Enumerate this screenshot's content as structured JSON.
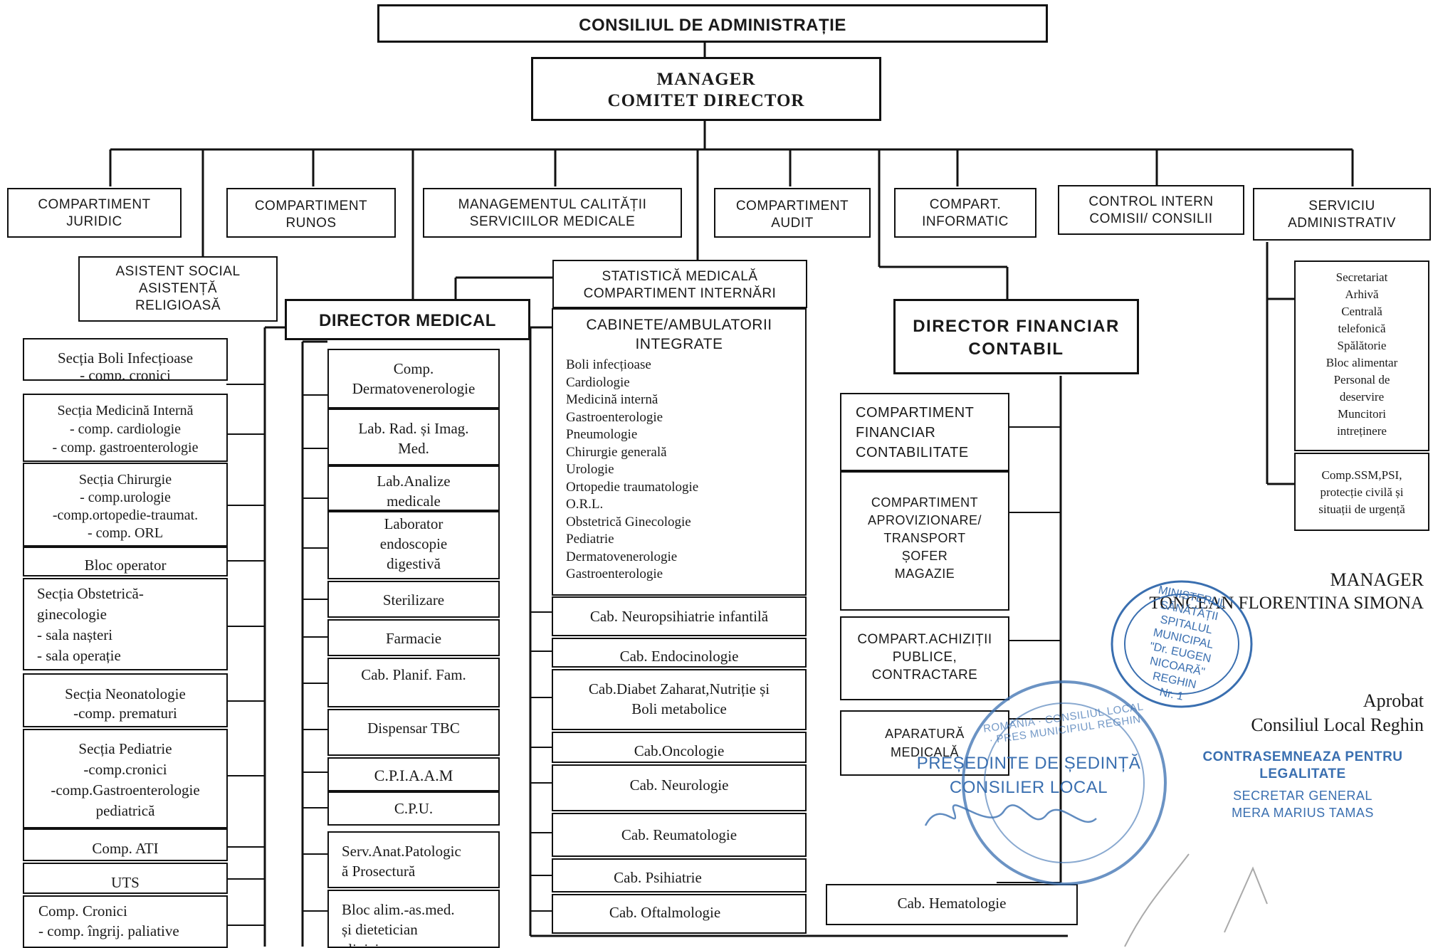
{
  "top": {
    "board": "CONSILIUL DE ADMINISTRAȚIE",
    "manager": "MANAGER\nCOMITET DIRECTOR"
  },
  "row1": [
    "COMPARTIMENT\nJURIDIC",
    "COMPARTIMENT\nRUNOS",
    "MANAGEMENTUL CALITĂȚII\nSERVICIILOR MEDICALE",
    "COMPARTIMENT\nAUDIT",
    "COMPART.\nINFORMATIC",
    "CONTROL INTERN\nCOMISII/ CONSILII",
    "SERVICIU\nADMINISTRATIV"
  ],
  "asistent": "ASISTENT SOCIAL\nASISTENȚĂ\nRELIGIOASĂ",
  "statistica": "STATISTICĂ MEDICALĂ\nCOMPARTIMENT INTERNĂRI",
  "director_medical": "DIRECTOR MEDICAL",
  "director_financiar": "DIRECTOR  FINANCIAR\nCONTABIL",
  "sectii": [
    "Secția Boli Infecțioase\n- comp. cronici",
    "Secția Medicină Internă\n- comp. cardiologie\n- comp. gastroenterologie",
    "Secția Chirurgie\n- comp.urologie\n-comp.ortopedie-traumat.\n- comp. ORL",
    "Bloc operator",
    "Secția Obstetrică-\nginecologie\n- sala nașteri\n- sala operație",
    "Secția Neonatologie\n-comp. prematuri",
    "Secția Pediatrie\n-comp.cronici\n-comp.Gastroenterologie\npediatrică",
    "Comp. ATI",
    "UTS",
    "Comp. Cronici\n- comp. îngrij. paliative"
  ],
  "medical": [
    "Comp.\nDermatovenerologie",
    "Lab. Rad. și Imag.\nMed.",
    "Lab.Analize\nmedicale",
    "Laborator\nendoscopie\ndigestivă",
    "Sterilizare",
    "Farmacie",
    "Cab. Planif. Fam.",
    "Dispensar TBC",
    "C.P.I.A.A.M",
    "C.P.U.",
    "Serv.Anat.Patologic\nă Prosectură",
    "Bloc alim.-as.med.\nși dietetician\nclinician"
  ],
  "cabinete": {
    "title": "CABINETE/AMBULATORII\nINTEGRATE",
    "list": [
      "Boli infecțioase",
      "Cardiologie",
      "Medicină internă",
      "Gastroenterologie",
      "Pneumologie",
      "Chirurgie generală",
      "Urologie",
      "Ortopedie traumatologie",
      "O.R.L.",
      "Obstetrică Ginecologie",
      "Pediatrie",
      "Dermatovenerologie",
      "Gastroenterologie"
    ],
    "boxes": [
      "Cab. Neuropsihiatrie infantilă",
      "Cab. Endocinologie",
      "Cab.Diabet Zaharat,Nutriție și\nBoli  metabolice",
      "Cab.Oncologie",
      "Cab. Neurologie",
      "Cab. Reumatologie",
      "Cab. Psihiatrie",
      "Cab. Oftalmologie"
    ]
  },
  "financiar": [
    "COMPARTIMENT\nFINANCIAR\nCONTABILITATE",
    "COMPARTIMENT\nAPROVIZIONARE/\nTRANSPORT\nȘOFER\nMAGAZIE",
    "COMPART.ACHIZIȚII\nPUBLICE,\nCONTRACTARE",
    "APARATURĂ\nMEDICALĂ"
  ],
  "hematologie": "Cab. Hematologie",
  "administrativ": [
    "Secretariat\nArhivă\nCentrală\ntelefonică\nSpălătorie\nBloc alimentar\nPersonal de\ndeservire\nMuncitori\nintreținere",
    "Comp.SSM,PSI,\nprotecție civilă și\nsituații de urgență"
  ],
  "signature": {
    "manager_title": "MANAGER",
    "manager_name": "TONCEAN FLORENTINA SIMONA",
    "aprobat": "Aprobat",
    "consiliu": "Consiliul Local Reghin"
  },
  "stamps": {
    "hospital": "MINISTERUL SĂNĂTĂȚII\nSPITALUL\nMUNICIPAL\n\"Dr. EUGEN NICOARĂ\"\nREGHIN\nNr. 1",
    "council_ring": "ROMÂNIA · CONSILIUL LOCAL · PRES MUNICIPIUL REGHIN",
    "presedinte": "PREȘEDINTE DE ȘEDINȚĂ\nCONSILIER LOCAL",
    "contrasemneaza": "CONTRASEMNEAZA PENTRU\nLEGALITATE",
    "secretar": "SECRETAR GENERAL\nMERA MARIUS TAMAS"
  },
  "colors": {
    "line": "#111111",
    "stamp_blue": "#3a6fb0"
  }
}
